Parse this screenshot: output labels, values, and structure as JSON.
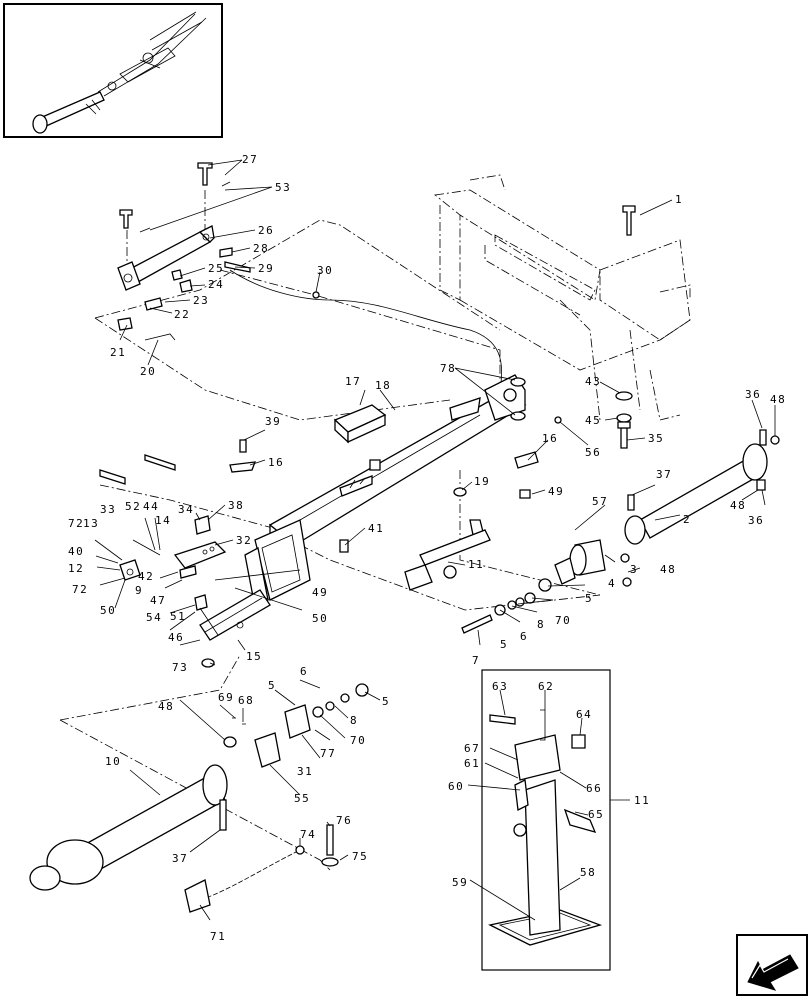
{
  "labels": {
    "l1": "1",
    "l2": "2",
    "l3": "3",
    "l4": "4",
    "l5a": "5",
    "l5b": "5",
    "l5c": "5",
    "l5d": "5",
    "l6a": "6",
    "l6b": "6",
    "l7": "7",
    "l8a": "8",
    "l8b": "8",
    "l9": "9",
    "l10": "10",
    "l11a": "11",
    "l11b": "11",
    "l12": "12",
    "l13": "13",
    "l14": "14",
    "l15": "15",
    "l16a": "16",
    "l16b": "16",
    "l17": "17",
    "l18": "18",
    "l19": "19",
    "l20": "20",
    "l21": "21",
    "l22": "22",
    "l23": "23",
    "l24": "24",
    "l25": "25",
    "l26": "26",
    "l27": "27",
    "l28": "28",
    "l29": "29",
    "l30": "30",
    "l31": "31",
    "l32": "32",
    "l33": "33",
    "l34": "34",
    "l35": "35",
    "l36a": "36",
    "l36b": "36",
    "l37a": "37",
    "l37b": "37",
    "l38": "38",
    "l39": "39",
    "l40": "40",
    "l41": "41",
    "l42": "42",
    "l43": "43",
    "l44": "44",
    "l45": "45",
    "l46": "46",
    "l47": "47",
    "l48a": "48",
    "l48b": "48",
    "l48c": "48",
    "l48d": "48",
    "l49a": "49",
    "l49b": "49",
    "l50a": "50",
    "l50b": "50",
    "l51": "51",
    "l52": "52",
    "l53": "53",
    "l54": "54",
    "l55": "55",
    "l56": "56",
    "l57": "57",
    "l58": "58",
    "l59": "59",
    "l60": "60",
    "l61": "61",
    "l62": "62",
    "l63": "63",
    "l64": "64",
    "l65": "65",
    "l66": "66",
    "l67": "67",
    "l68": "68",
    "l69": "69",
    "l70a": "70",
    "l70b": "70",
    "l71": "71",
    "l72a": "72",
    "l72b": "72",
    "l73": "73",
    "l74": "74",
    "l75": "75",
    "l76": "76",
    "l77": "77",
    "l78": "78"
  },
  "icons": {
    "overview": "assembly-overview-thumbnail",
    "nav": "previous-page-arrow-icon"
  }
}
